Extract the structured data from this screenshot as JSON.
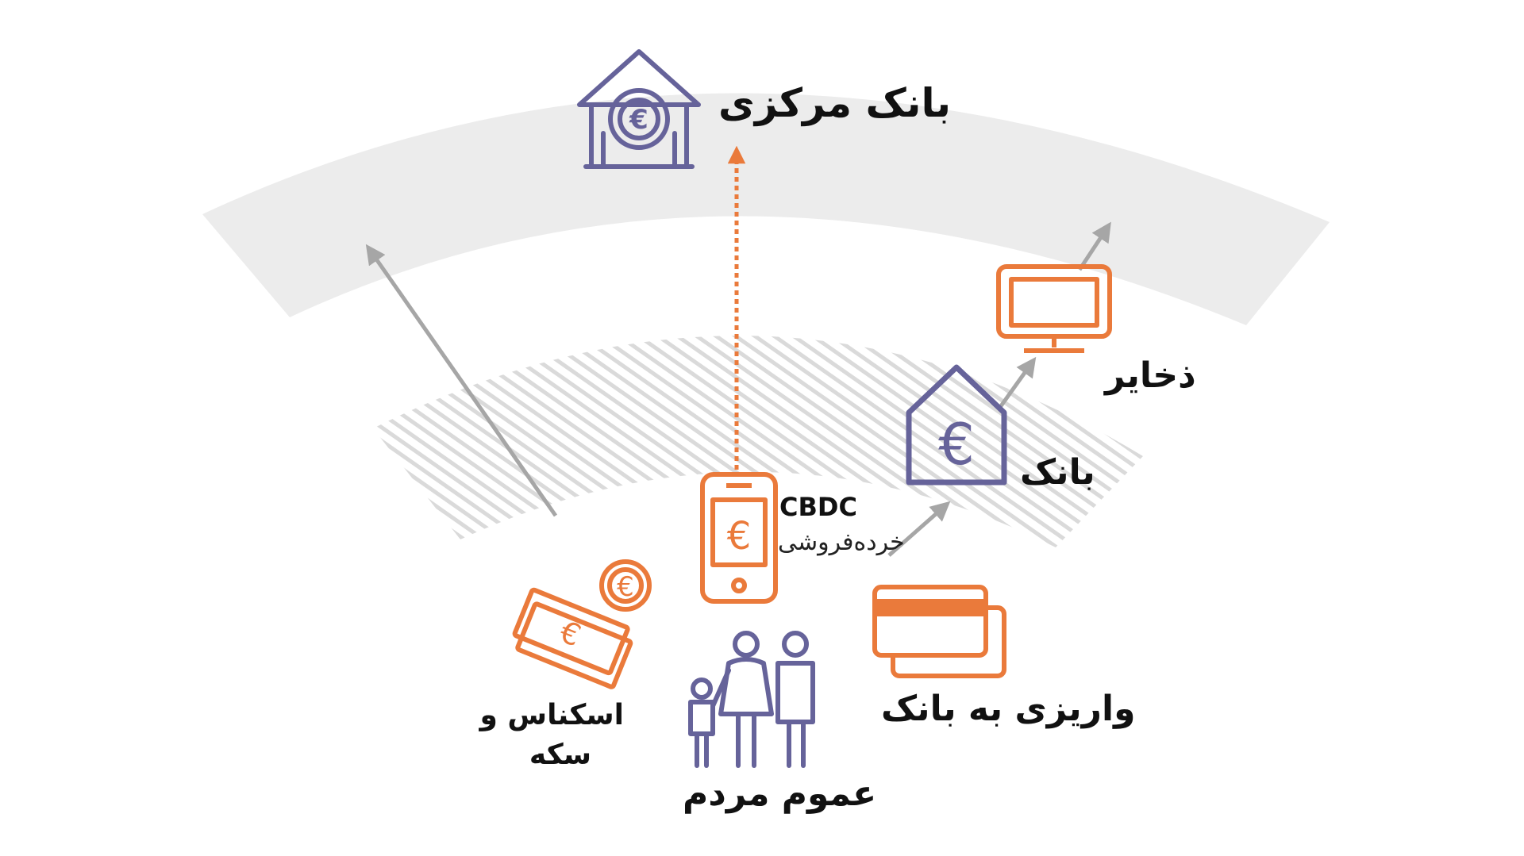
{
  "colors": {
    "band": "#ececec",
    "hatch": "#d9d9d9",
    "purple": "#66639a",
    "orange": "#ea7a3b",
    "arrow_gray": "#a6a6a6",
    "text": "#111111"
  },
  "nodes": {
    "central_bank": {
      "label": "بانک مرکزی",
      "icon": "central-bank-euro-icon"
    },
    "reserves": {
      "label": "ذخایر",
      "icon": "monitor-icon"
    },
    "bank": {
      "label": "بانک",
      "icon": "bank-house-euro-icon"
    },
    "cbdc": {
      "label": "CBDC",
      "sublabel": "خرده‌فروشی",
      "icon": "smartphone-euro-icon"
    },
    "cash": {
      "label_line1": "اسکناس و",
      "label_line2": "سکه",
      "icon": "banknotes-coin-euro-icon"
    },
    "deposits": {
      "label": "واریزی به بانک",
      "icon": "bank-cards-icon"
    },
    "public": {
      "label": "عموم مردم",
      "icon": "family-people-icon"
    }
  }
}
